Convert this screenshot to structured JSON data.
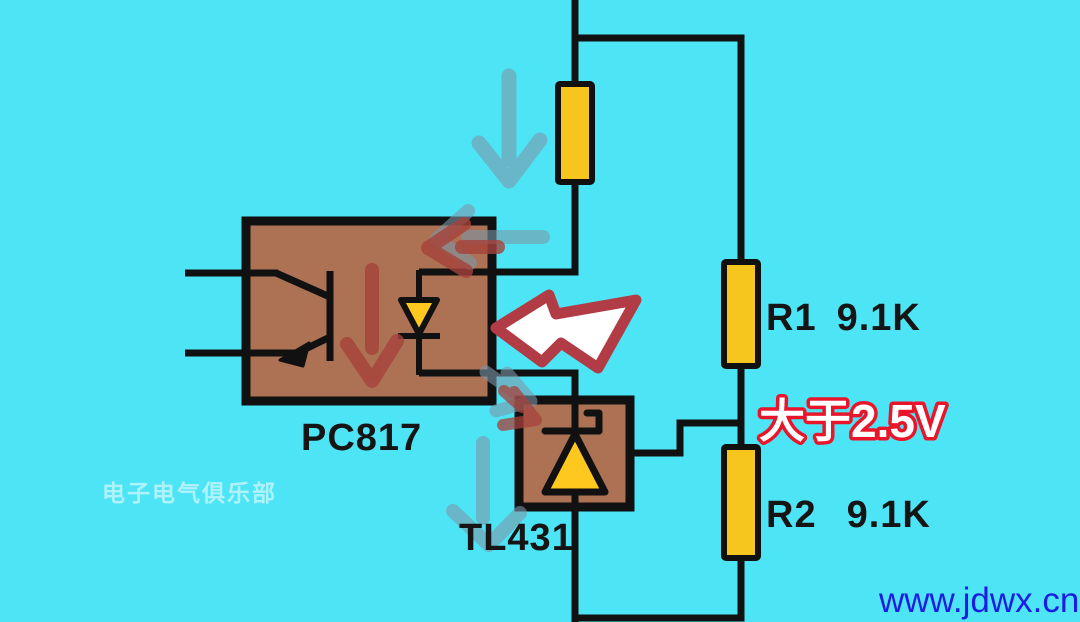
{
  "colors": {
    "background": "#4de5f6",
    "component_body": "#ad7154",
    "resistor_body": "#f6c51e",
    "wire_black": "#111111",
    "note_red": "#e8152b",
    "website_blue": "#1d1ce2",
    "flow_arrow_gray": "#7b97a8",
    "flow_arrow_brick": "#a6423b",
    "highlight_arrow_border": "#b13c46",
    "highlight_arrow_fill": "#ffffff"
  },
  "components": {
    "pc817": {
      "label": "PC817"
    },
    "tl431": {
      "label": "TL431"
    },
    "r1": {
      "designator": "R1",
      "value": "9.1K"
    },
    "r2": {
      "designator": "R2",
      "value": "9.1K"
    }
  },
  "annotations": {
    "voltage_note": "大于2.5V",
    "watermark": "电子电气俱乐部",
    "website": "www.jdwx.cn"
  }
}
